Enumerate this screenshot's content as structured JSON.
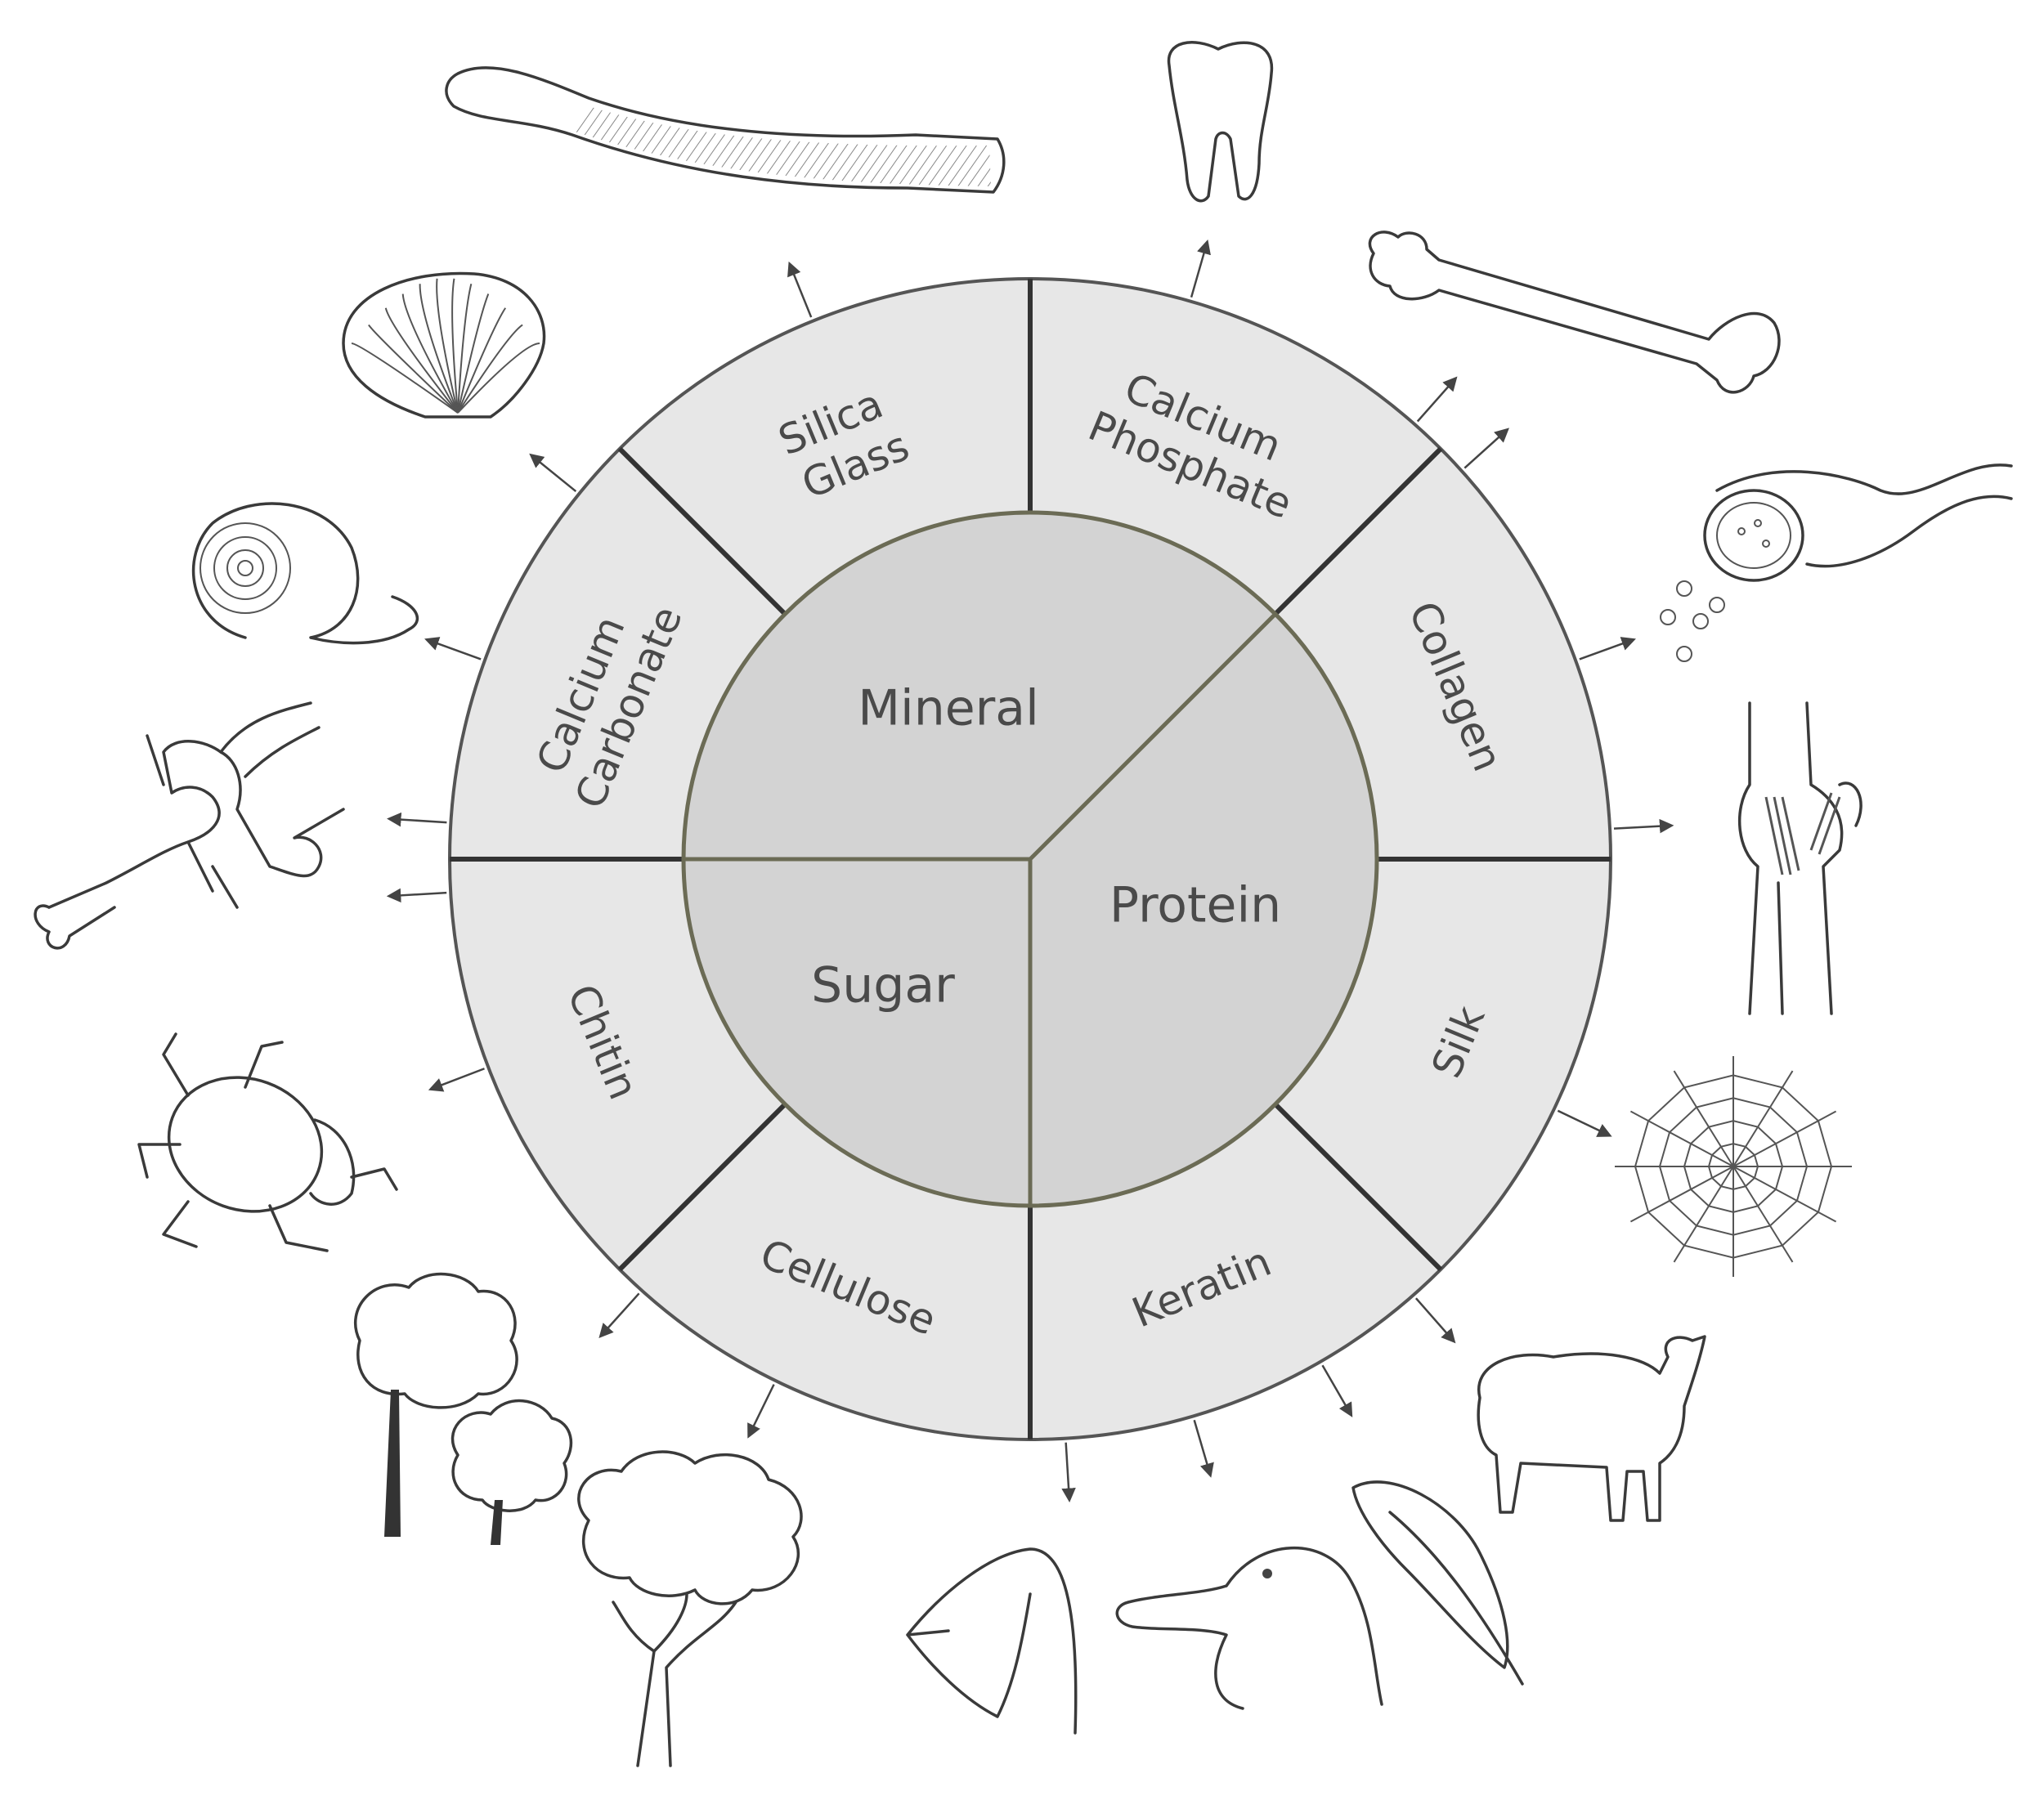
{
  "inner_categories": {
    "mineral": "Mineral",
    "protein": "Protein",
    "sugar": "Sugar"
  },
  "outer_segments": {
    "silica_glass": [
      "Silica",
      "Glass"
    ],
    "calcium_phosphate": [
      "Calcium",
      "Phosphate"
    ],
    "collagen": "Collagen",
    "silk": "Silk",
    "keratin": "Keratin",
    "cellulose": "Cellulose",
    "chitin": "Chitin",
    "calcium_carbonate": [
      "Calcium",
      "Carbonate"
    ]
  },
  "examples": [
    {
      "icon": "glass-sponge-icon",
      "material": "silica_glass"
    },
    {
      "icon": "tooth-icon",
      "material": "calcium_phosphate"
    },
    {
      "icon": "bone-icon",
      "material": "calcium_phosphate"
    },
    {
      "icon": "blood-vessel-icon",
      "material": "collagen"
    },
    {
      "icon": "knee-joint-icon",
      "material": "collagen"
    },
    {
      "icon": "spider-web-icon",
      "material": "silk"
    },
    {
      "icon": "sheep-icon",
      "material": "keratin"
    },
    {
      "icon": "feather-icon",
      "material": "keratin"
    },
    {
      "icon": "duck-icon",
      "material": "keratin"
    },
    {
      "icon": "hoof-icon",
      "material": "keratin"
    },
    {
      "icon": "tree-icon",
      "material": "cellulose"
    },
    {
      "icon": "trees-icon",
      "material": "cellulose"
    },
    {
      "icon": "beetle-icon",
      "material": "chitin"
    },
    {
      "icon": "lobster-icon",
      "material": "chitin"
    },
    {
      "icon": "snail-shell-icon",
      "material": "calcium_carbonate"
    },
    {
      "icon": "scallop-shell-icon",
      "material": "calcium_carbonate"
    }
  ],
  "arrow_angles_deg": [
    -112,
    -74,
    -48.5,
    -42,
    -20,
    -3,
    25.5,
    48.7,
    60,
    73.7,
    86.5,
    116,
    132,
    159,
    176.7,
    183.6,
    200,
    219
  ],
  "colors": {
    "outer_ring": "#e7e7e7",
    "inner_disc": "#d3d3d3",
    "divider": "#333333",
    "inner_outline": "#6b6b55",
    "text": "#4a4a4a"
  }
}
